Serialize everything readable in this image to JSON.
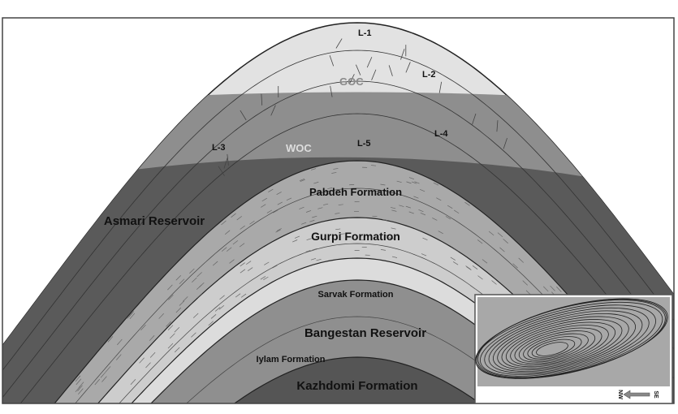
{
  "labels": {
    "l1": "L-1",
    "l2": "L-2",
    "l3": "L-3",
    "l4": "L-4",
    "l5": "L-5",
    "goc": "GOC",
    "woc": "WOC",
    "pabdeh": "Pabdeh Formation",
    "asmari": "Asmari Reservoir",
    "gurpi": "Gurpi Formation",
    "sarvak": "Sarvak Formation",
    "bangestan": "Bangestan Reservoir",
    "iylam": "Iylam Formation",
    "kazhdomi": "Kazhdomi Formation"
  },
  "inset": {
    "direction_from": "SE",
    "direction_to": "NW"
  },
  "colors": {
    "gas_cap": "#e2e2e2",
    "oil_zone": "#8e8e8e",
    "water_zone": "#5a5a5a",
    "pabdeh": "#a9a9a9",
    "gurpi": "#cdcdcd",
    "sarvak_band": "#dcdcdc",
    "bangestan": "#8f8f8f",
    "kazhdomi": "#555555"
  }
}
